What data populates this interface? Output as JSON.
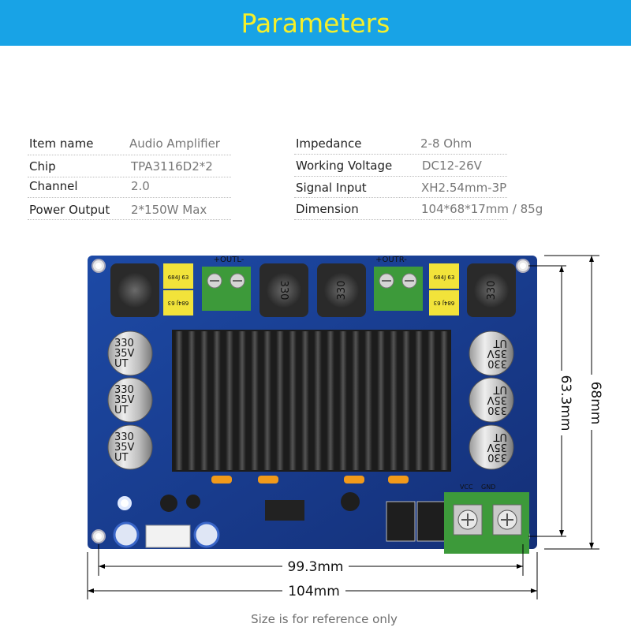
{
  "header": {
    "title": "Parameters"
  },
  "specs": {
    "left": [
      {
        "label": "Item name",
        "value": "Audio Amplifier"
      },
      {
        "label": "Chip",
        "value": "TPA3116D2*2"
      },
      {
        "label": "Channel",
        "value": "2.0"
      },
      {
        "label": "Power Output",
        "value": "2*150W Max"
      }
    ],
    "right": [
      {
        "label": "Impedance",
        "value": "2-8 Ohm"
      },
      {
        "label": "Working Voltage",
        "value": "DC12-26V"
      },
      {
        "label": "Signal Input",
        "value": "XH2.54mm-3P"
      },
      {
        "label": "Dimension",
        "value": "104*68*17mm / 85g"
      }
    ]
  },
  "board": {
    "outl_label": "+OUTL-",
    "outr_label": "+OUTR-",
    "power_labels": {
      "vcc": "VCC",
      "gnd": "GND"
    },
    "inductor_text": "330",
    "film_cap_text": "684J 63",
    "capacitor_lines": [
      "330",
      "35V",
      "UT"
    ],
    "colors": {
      "pcb": "#1a3c8c",
      "heatsink": "#2a2a2a",
      "terminal_green": "#3d9a3a",
      "film_cap": "#f2e33a",
      "banner": "#18a3e6"
    }
  },
  "dimensions": {
    "hole_spacing_width": "99.3mm",
    "total_width": "104mm",
    "hole_spacing_height": "63.3mm",
    "total_height": "68mm"
  },
  "footer": {
    "note": "Size is for reference only"
  }
}
